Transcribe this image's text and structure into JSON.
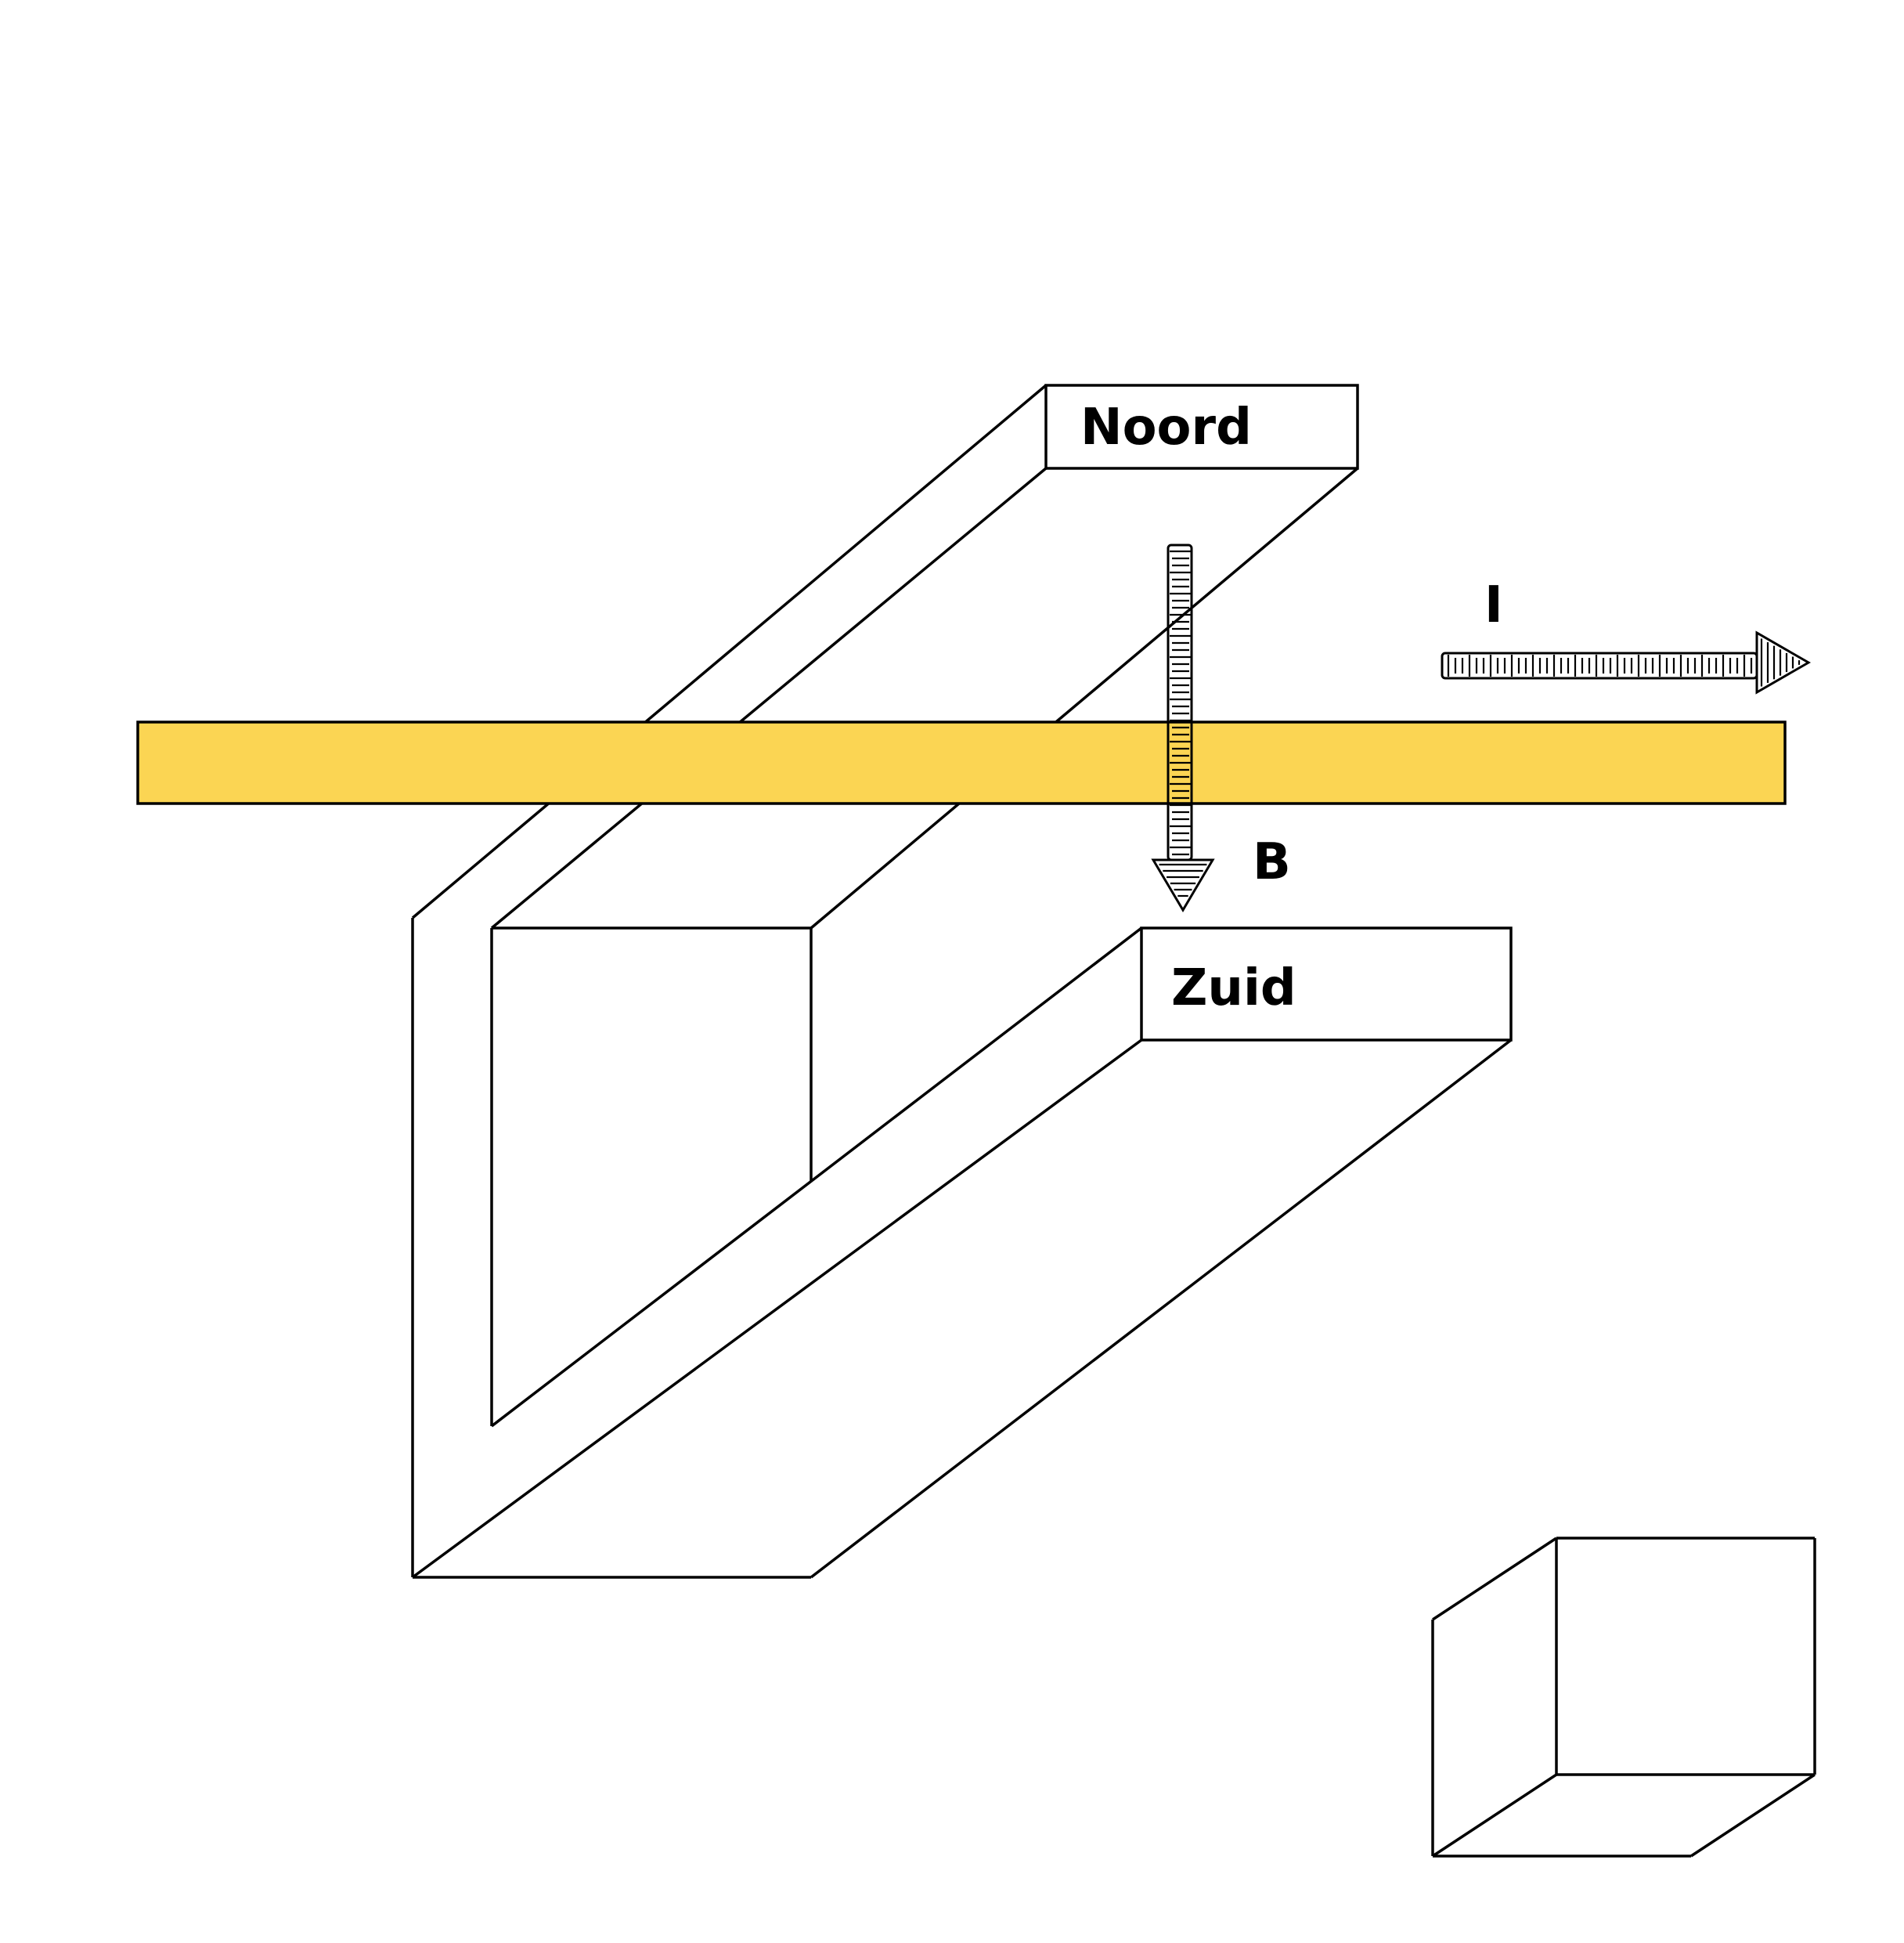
{
  "labels": {
    "north": "Noord",
    "south": "Zuid",
    "current": "I",
    "field": "B"
  },
  "colors": {
    "conductor": "#FBD553",
    "stroke": "#000000",
    "background": "#FFFFFF"
  },
  "icons": {
    "current_arrow": "arrow-right-icon",
    "field_arrow": "arrow-down-icon"
  }
}
